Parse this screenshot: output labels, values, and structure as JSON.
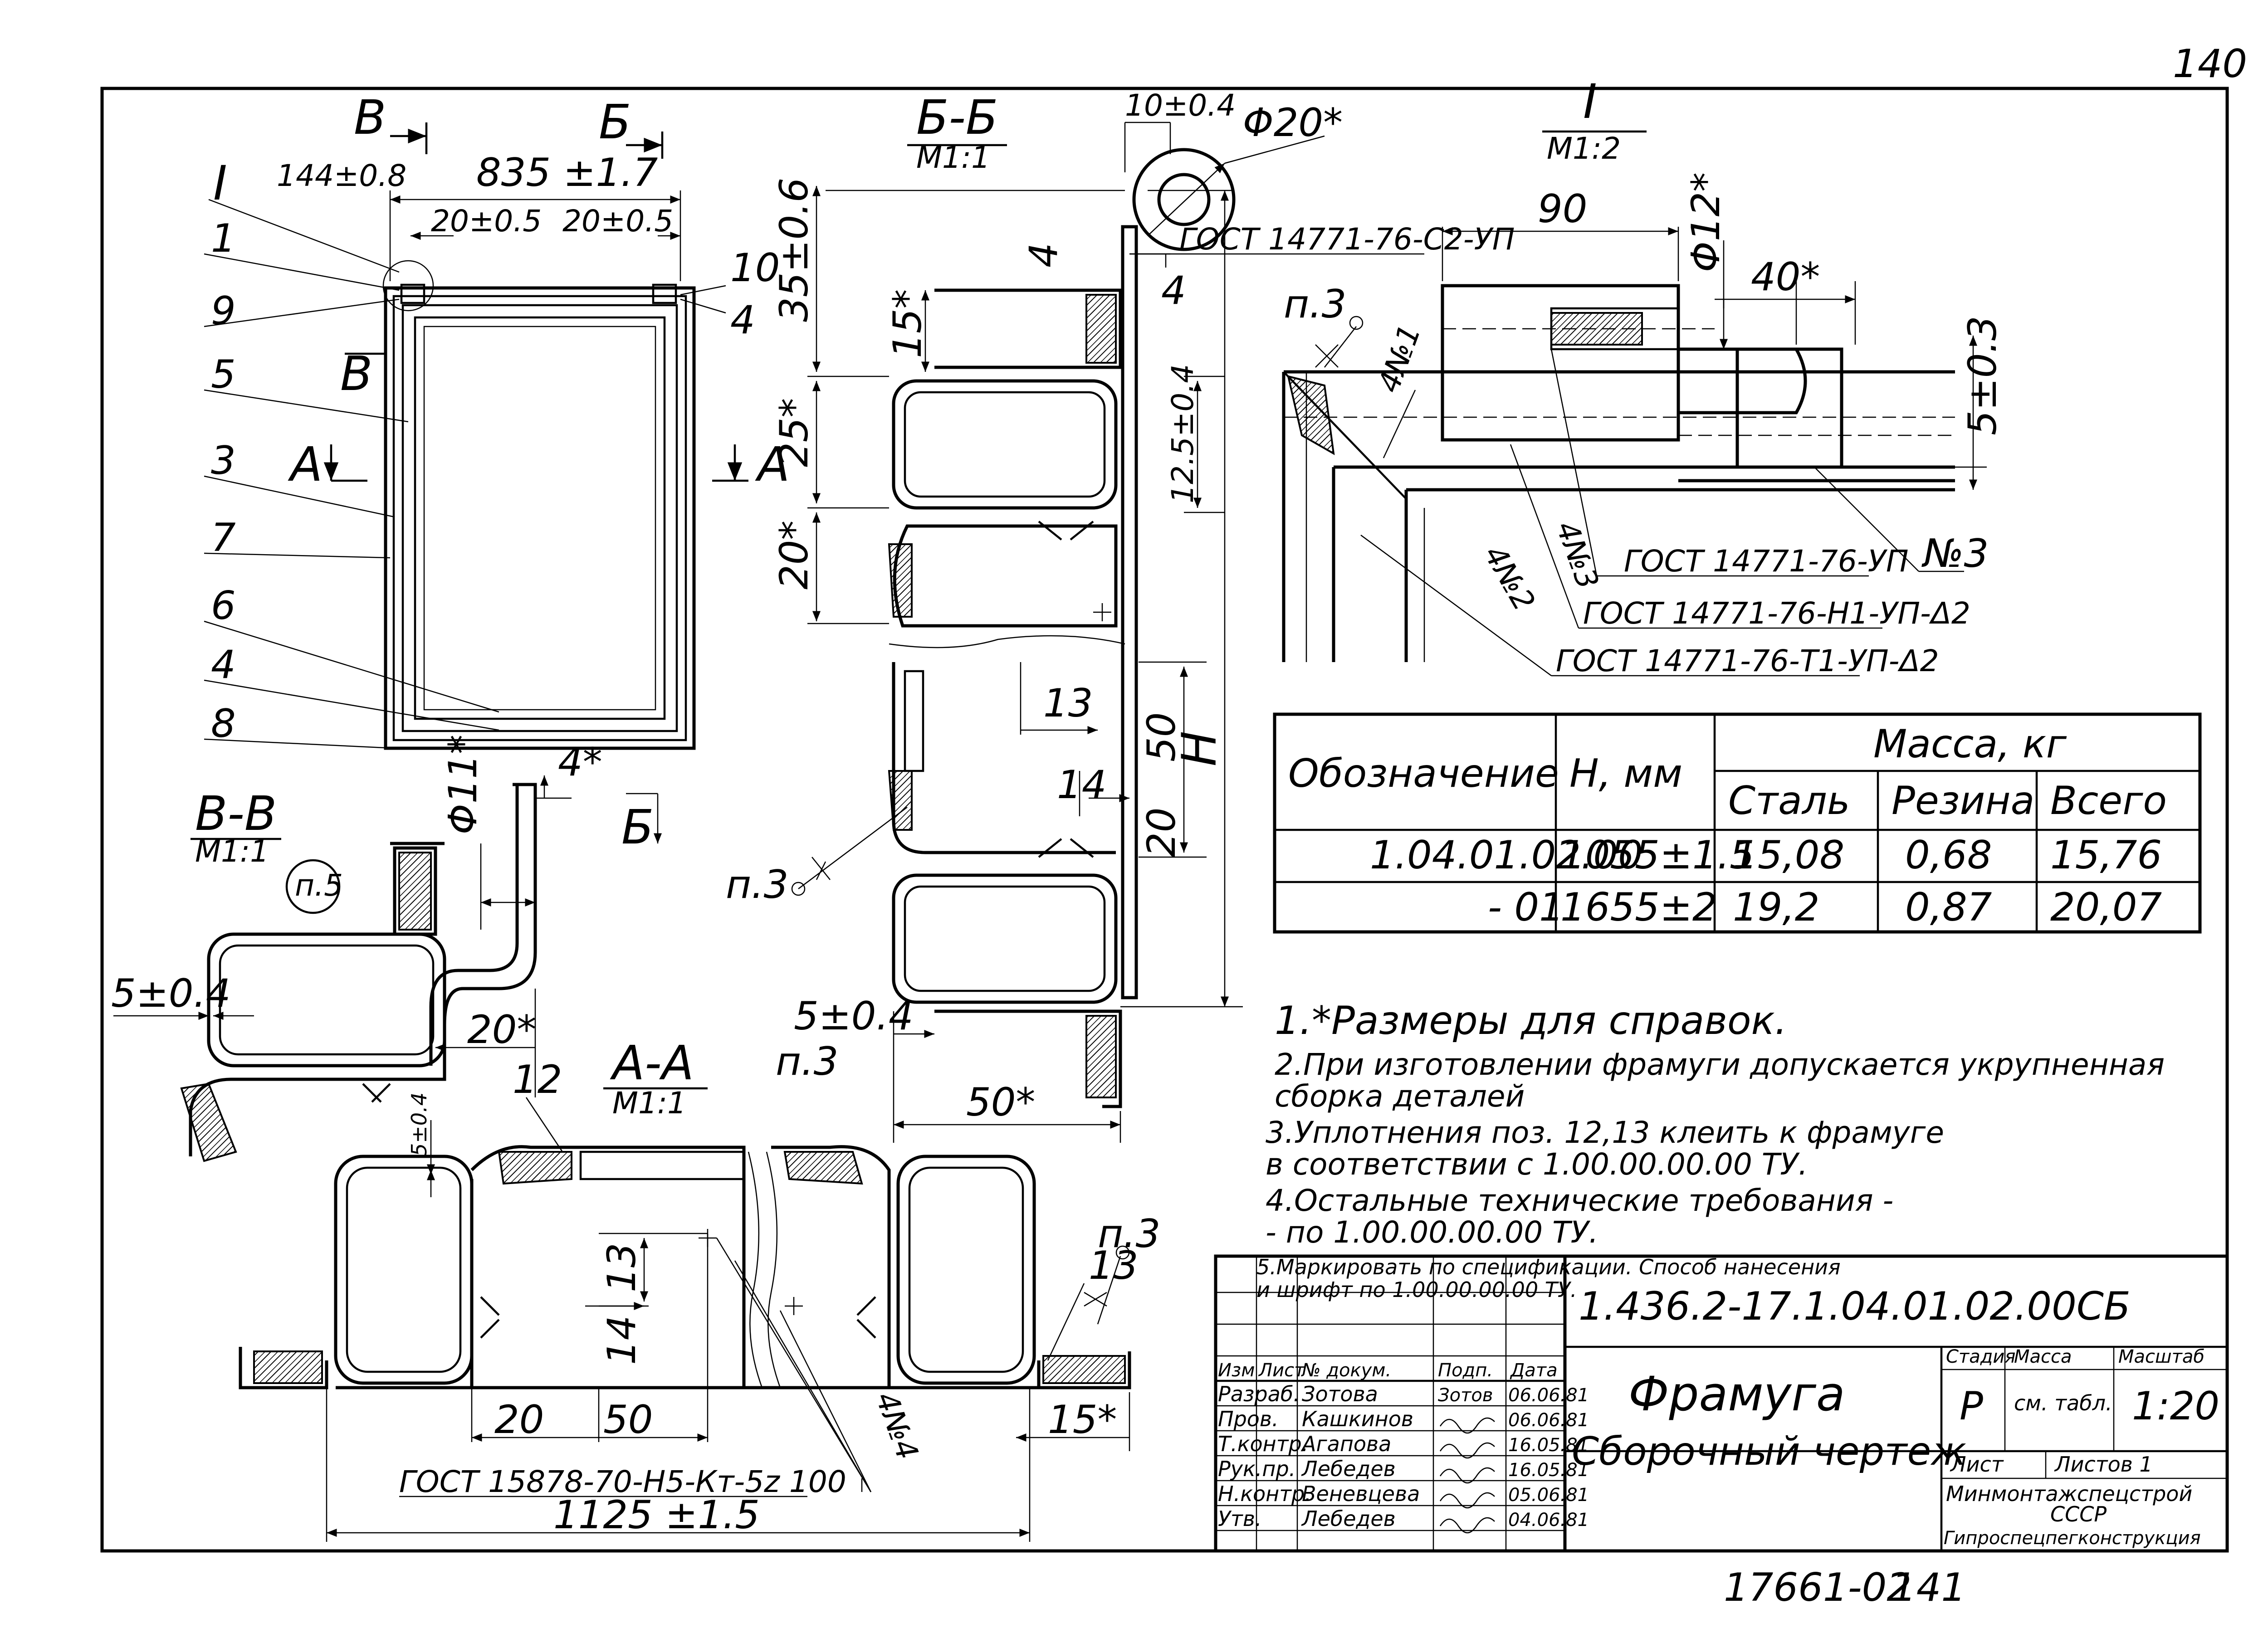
{
  "sheet": {
    "page_number": "140",
    "stamp_bottom": "17661-02",
    "stamp_page": "141"
  },
  "front_view": {
    "dim_left": "144±0.8",
    "dim_top": "835 ±1.7",
    "dim_a": "20±0.5",
    "dim_b": "20±0.5",
    "section_v": "В",
    "section_b": "Б",
    "section_a_left": "А",
    "section_a_right": "А",
    "section_v_lower": "В",
    "detail_ref": "I",
    "callouts": [
      "1",
      "9",
      "5",
      "3",
      "7",
      "6",
      "4",
      "8",
      "10",
      "4"
    ]
  },
  "section_bb": {
    "title": "Б-Б",
    "scale": "М1:1",
    "dim_tube_gap": "10±0.4",
    "dim_tube_diam": "Φ20*",
    "dim_35": "35±0.6",
    "dim_15": "15*",
    "dim_25": "25*",
    "dim_20": "20*",
    "dim_4a": "4",
    "dim_4b": "4",
    "dim_125": "12.5±0.4",
    "dim_13": "13",
    "dim_50": "50",
    "dim_14": "14",
    "dim_20b": "20",
    "dim_h": "Н",
    "dim_50star": "50*",
    "dim_5": "5±0.4",
    "weld_note": "ГОСТ 14771-76-С2-УП",
    "weld_ref": "п.3",
    "weld_ref2": "п.3"
  },
  "detail_i": {
    "title": "I",
    "scale": "М1:2",
    "dim_90": "90",
    "dim_diam12": "Φ12*",
    "dim_40": "40*",
    "dim_5": "5±0.3",
    "weld_ref": "п.3",
    "weld_no1": "4№1",
    "weld_no2": "4№2",
    "weld_no3": "4№3",
    "label_no3": "№3",
    "gost1": "ГОСТ 14771-76-УП",
    "gost2": "ГОСТ 14771-76-Н1-УП-Δ2",
    "gost3": "ГОСТ 14771-76-Т1-УП-Δ2"
  },
  "section_vv": {
    "title": "В-В",
    "scale": "М1:1",
    "note_ref": "п.5",
    "dim_diam11": "Φ11*",
    "dim_4": "4*",
    "section_b": "Б",
    "dim_5": "5±0.4",
    "dim_20": "20*"
  },
  "section_aa": {
    "title": "А-А",
    "scale": "М1:1",
    "callout_12": "12",
    "callout_13": "13",
    "dim_5": "5±0.4",
    "dim_13": "13",
    "dim_14": "14",
    "dim_20": "20",
    "dim_50": "50",
    "dim_15": "15*",
    "weld_ref": "п.3",
    "weld_no4": "4№4",
    "gost": "ГОСТ 15878-70-Н5-Кт-5z 100",
    "dim_total": "1125 ±1.5"
  },
  "mass_table": {
    "headers": {
      "designation": "Обозначение",
      "height": "Н, мм",
      "mass": "Масса, кг",
      "steel": "Сталь",
      "rubber": "Резина",
      "total": "Всего"
    },
    "rows": [
      {
        "designation": "1.04.01.02.00",
        "height": "1055±1.5",
        "steel": "15,08",
        "rubber": "0,68",
        "total": "15,76"
      },
      {
        "designation": "- 01",
        "height": "1655±2",
        "steel": "19,2",
        "rubber": "0,87",
        "total": "20,07"
      }
    ]
  },
  "notes": [
    "1.*Размеры для справок.",
    "2.При изготовлении фрамуги допускается укрупненная",
    "   сборка деталей",
    "3.Уплотнения поз. 12,13 клеить к фрамуге",
    "   в соответствии с 1.00.00.00.00 ТУ.",
    "4.Остальные технические требования -",
    "   - по 1.00.00.00.00 ТУ.",
    "5.Маркировать по спецификации. Способ нанесения",
    "   и шрифт по 1.00.00.00.00 ТУ."
  ],
  "title_block": {
    "doc_code": "1.436.2-17.1.04.01.02.00СБ",
    "name": "Фрамуга",
    "subtitle": "Сборочный чертеж",
    "stage_label": "Стадия",
    "mass_label": "Масса",
    "scale_label": "Масштаб",
    "stage": "Р",
    "mass": "см. табл.",
    "scale": "1:20",
    "sheet_label": "Лист",
    "sheets_label": "Листов 1",
    "org1": "Минмонтажспецстрой",
    "org2": "СССР",
    "org3": "Гипроспецпегконструкция",
    "col_headers": [
      "Изм",
      "Лист",
      "№ докум.",
      "Подп.",
      "Дата"
    ],
    "roles": [
      {
        "role": "Разраб.",
        "name": "Зотова",
        "sign": "Зотов",
        "date": "06.06.81"
      },
      {
        "role": "Пров.",
        "name": "Кашкинов",
        "sign": "",
        "date": "06.06.81"
      },
      {
        "role": "Т.контр.",
        "name": "Агапова",
        "sign": "",
        "date": "16.05.81"
      },
      {
        "role": "Рук.пр.",
        "name": "Лебедев",
        "sign": "",
        "date": "16.05.81"
      },
      {
        "role": "Н.контр.",
        "name": "Веневцева",
        "sign": "",
        "date": "05.06.81"
      },
      {
        "role": "Утв.",
        "name": "Лебедев",
        "sign": "",
        "date": "04.06.81"
      }
    ]
  }
}
